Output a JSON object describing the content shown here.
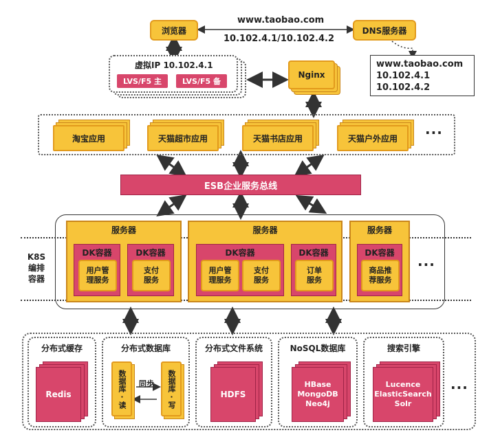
{
  "top": {
    "browser": "浏览器",
    "domain": "www.taobao.com",
    "ips": "10.102.4.1/10.102.4.2",
    "dns": "DNS服务器",
    "dns_record": [
      "www.taobao.com",
      "10.102.4.1",
      "10.102.4.2"
    ]
  },
  "lb": {
    "vip": "虚拟IP 10.102.4.1",
    "master": "LVS/F5 主",
    "backup": "LVS/F5 备",
    "nginx": "Nginx"
  },
  "apps": [
    "淘宝应用",
    "天猫超市应用",
    "天猫书店应用",
    "天猫户外应用"
  ],
  "ellipsis": "···",
  "esb": "ESB企业服务总线",
  "k8s": {
    "label_lines": [
      "K8S",
      "编排",
      "容器"
    ],
    "server_title": "服务器",
    "container_title": "DK容器",
    "servers": [
      {
        "services": [
          [
            "用户管",
            "理服务"
          ],
          [
            "支付",
            "服务"
          ]
        ]
      },
      {
        "services": [
          [
            "用户管",
            "理服务"
          ],
          [
            "支付",
            "服务"
          ],
          [
            "订单",
            "服务"
          ]
        ]
      },
      {
        "services": [
          [
            "商品推",
            "荐服务"
          ]
        ]
      }
    ]
  },
  "storage": {
    "cache": {
      "title": "分布式缓存",
      "item": "Redis"
    },
    "db": {
      "title": "分布式数据库",
      "read": "数据库·读",
      "write": "数据库·写",
      "sync": "同步"
    },
    "fs": {
      "title": "分布式文件系统",
      "item": "HDFS"
    },
    "nosql": {
      "title": "NoSQL数据库",
      "items": [
        "HBase",
        "MongoDB",
        "Neo4j"
      ]
    },
    "search": {
      "title": "搜索引擎",
      "items": [
        "Lucence",
        "ElasticSearch",
        "Solr"
      ]
    }
  },
  "colors": {
    "yellow": "#f7c43a",
    "pink": "#d8466b",
    "dark": "#222222"
  }
}
